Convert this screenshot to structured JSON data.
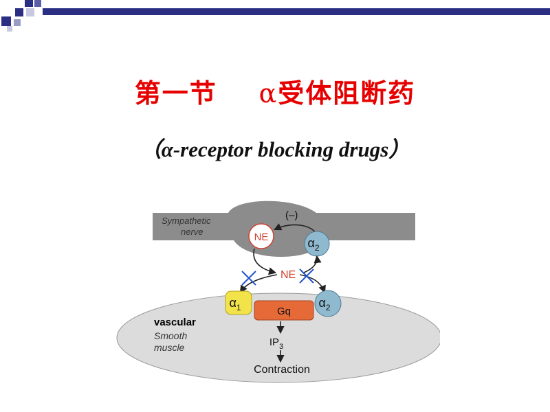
{
  "colors": {
    "title": "#e60000",
    "nerve": "#8c8c8c",
    "cell": "#dcdcdc",
    "alpha1": "#f2e34a",
    "alpha2": "#8fb9cf",
    "gq": "#e66a38",
    "block_x": "#2255cc"
  },
  "title": {
    "chinese_prefix": "第一节",
    "alpha": "α",
    "chinese_rest": "受体阻断药"
  },
  "subtitle": "（α-receptor blocking drugs）",
  "diagram": {
    "nerve_label_1": "Sympathetic",
    "nerve_label_2": "nerve",
    "feedback": "(–)",
    "ne_circle": "NE",
    "ne_released": "NE",
    "alpha2_pre": "α",
    "alpha2_pre_sub": "2",
    "alpha1": "α",
    "alpha1_sub": "1",
    "alpha2_post": "α",
    "alpha2_post_sub": "2",
    "gq": "Gq",
    "cell_label_bold": "vascular",
    "cell_label_1": "Smooth",
    "cell_label_2": "muscle",
    "ip3": "IP",
    "ip3_sub": "3",
    "contraction": "Contraction"
  }
}
